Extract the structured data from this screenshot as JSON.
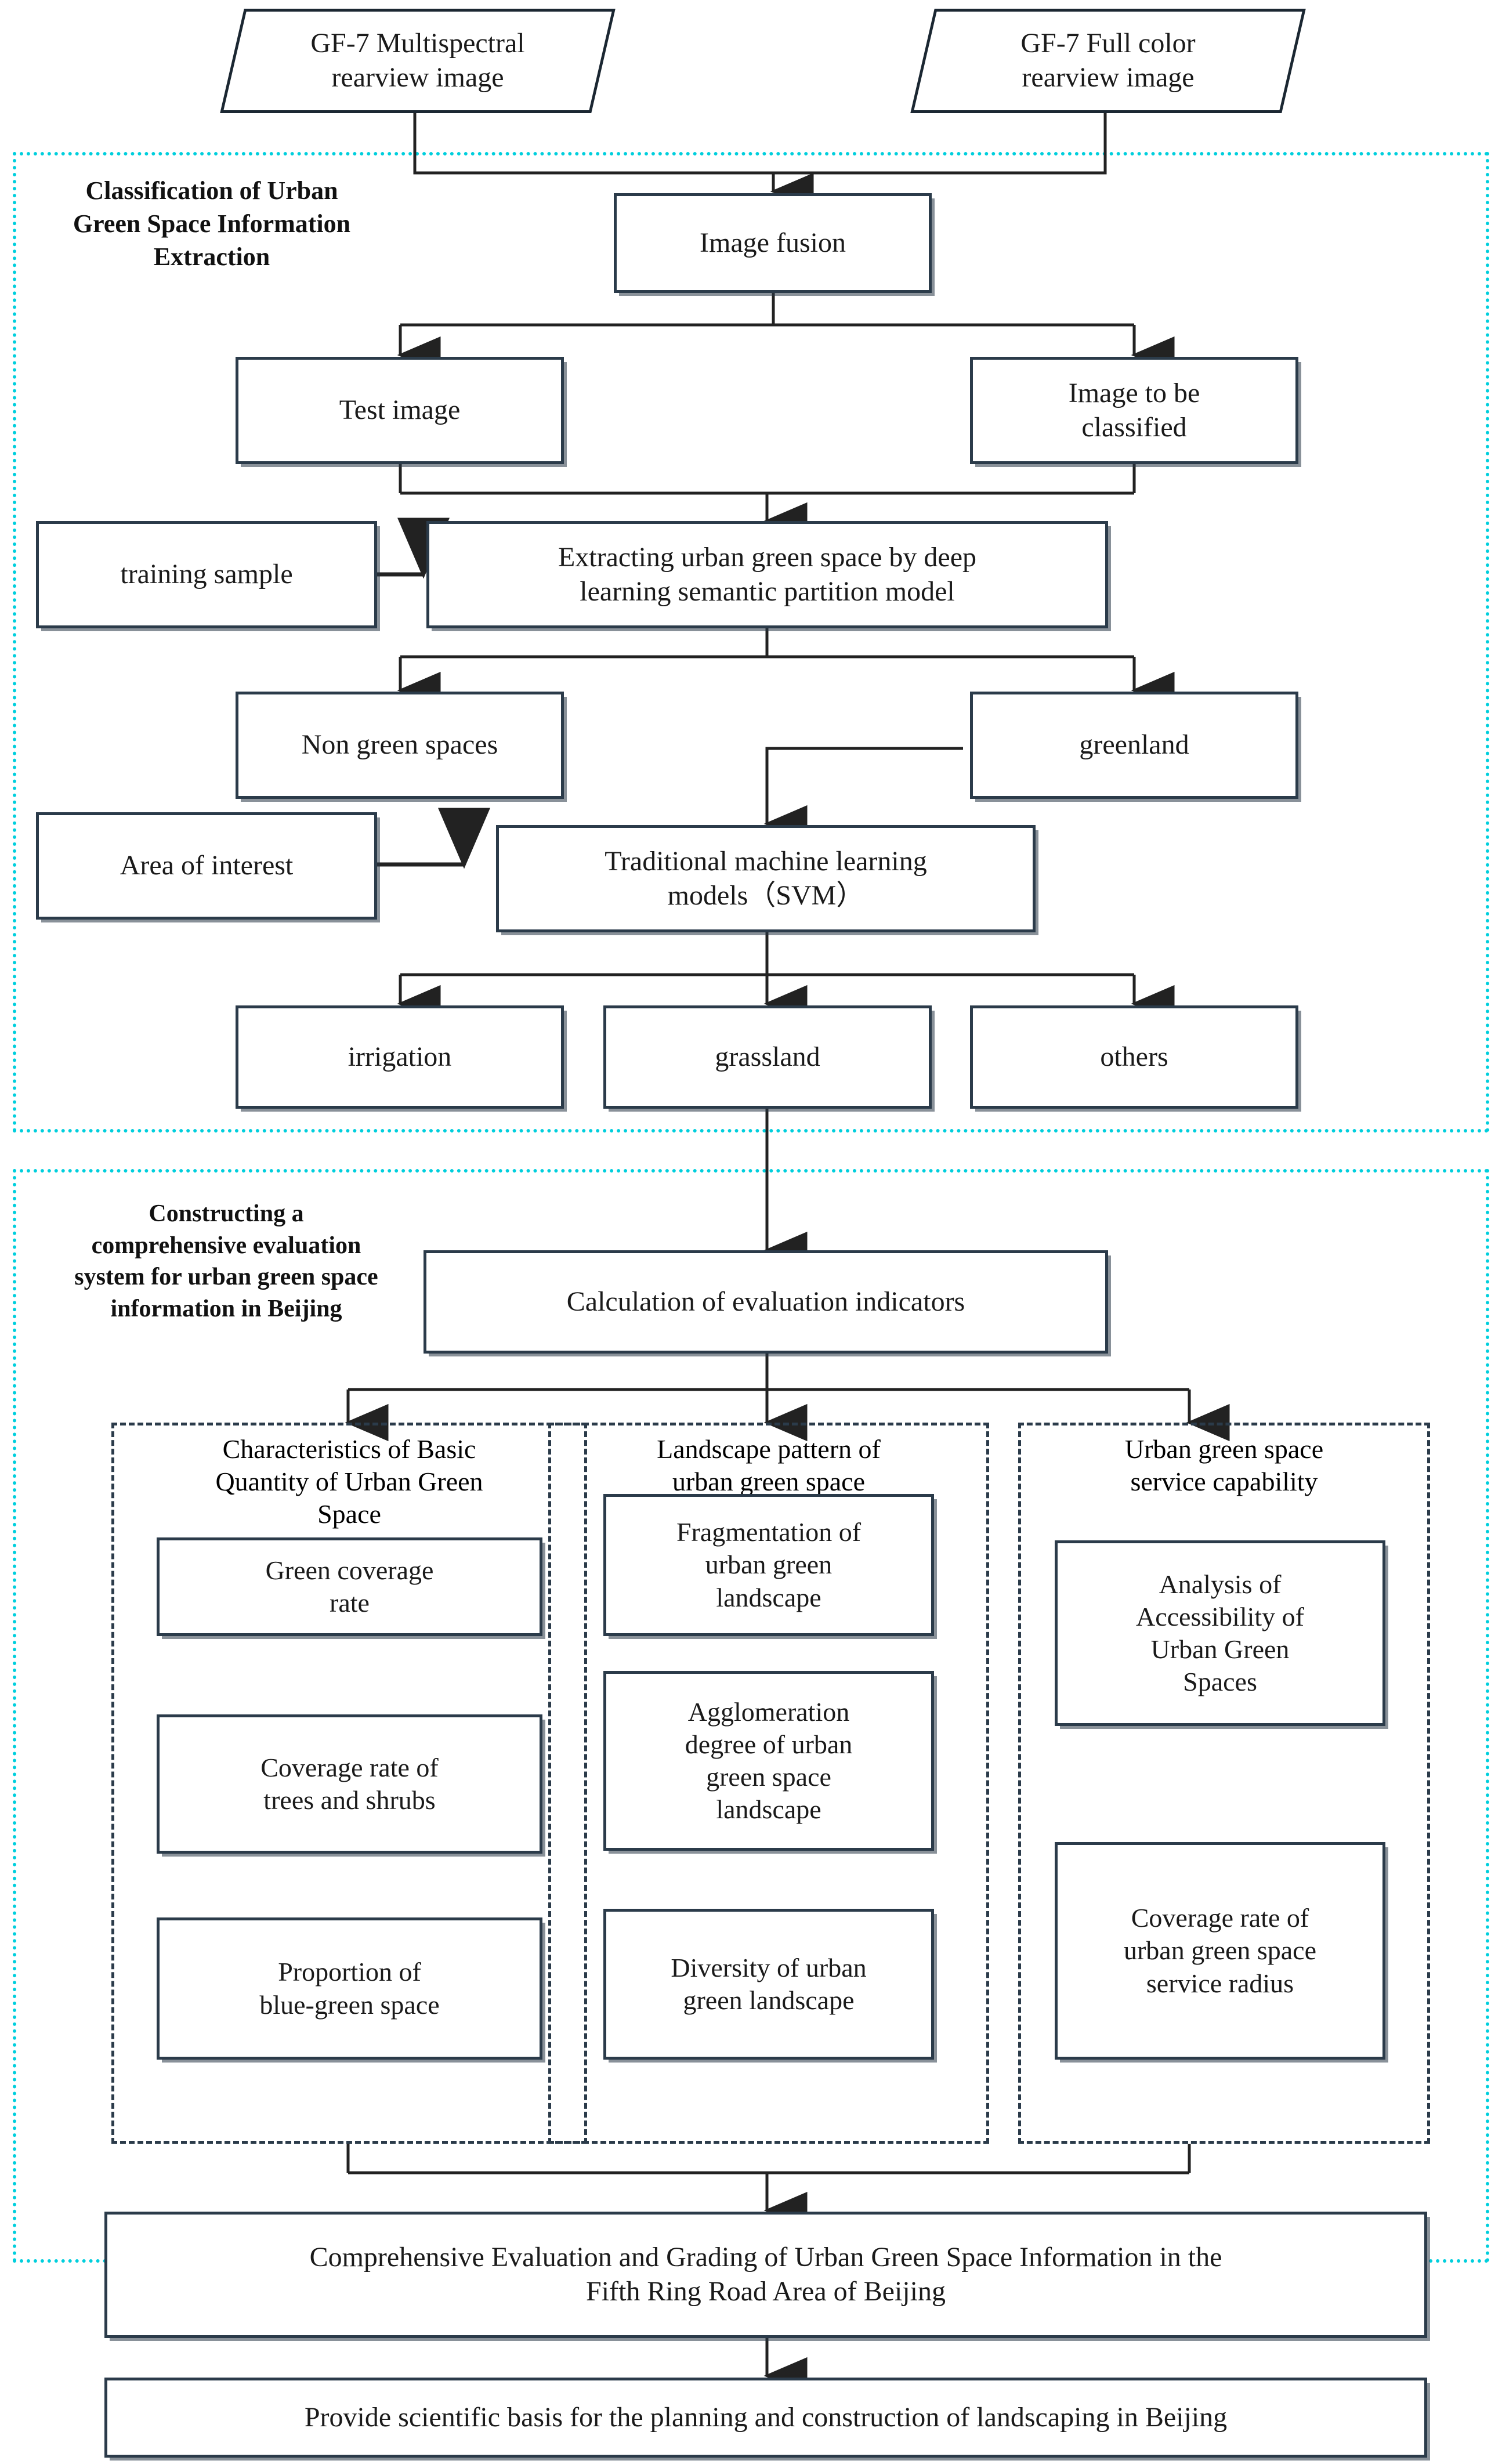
{
  "figure": {
    "type": "flowchart",
    "title": "Technical workflow for urban green space information extraction and evaluation (Beijing Fifth Ring Road area)",
    "colors": {
      "node_border": "#2b3b4a",
      "section_border": "#00cfdd",
      "group_border": "#2b3b4a",
      "background": "#ffffff",
      "text": "#1a1a1a"
    }
  },
  "inputs": {
    "multispectral": "GF-7 Multispectral\nrearview image",
    "multispectral_line1": "GF-7 Multispectral",
    "multispectral_line2": "rearview image",
    "fullcolor_line1": "GF-7 Full color",
    "fullcolor_line2": "rearview image"
  },
  "section1": {
    "label": "Classification of Urban\nGreen Space Information\nExtraction",
    "label_line1": "Classification of Urban",
    "label_line2": "Green Space Information",
    "label_line3": "Extraction",
    "nodes": {
      "image_fusion": "Image fusion",
      "test_image": "Test image",
      "image_to_be_classified_l1": "Image to be",
      "image_to_be_classified_l2": "classified",
      "training_sample": "training sample",
      "extracting_l1": "Extracting urban green space by deep",
      "extracting_l2": "learning semantic partition model",
      "non_green_spaces": "Non green spaces",
      "greenland": "greenland",
      "area_of_interest": "Area of interest",
      "svm_l1": "Traditional machine learning",
      "svm_l2": "models（SVM）",
      "irrigation": "irrigation",
      "grassland": "grassland",
      "others": "others"
    }
  },
  "section2": {
    "label_line1": "Constructing a",
    "label_line2": "comprehensive evaluation",
    "label_line3": "system for urban green space",
    "label_line4": "information in Beijing",
    "calculation": "Calculation of evaluation indicators",
    "groups": [
      {
        "title_l1": "Characteristics of Basic",
        "title_l2": "Quantity of Urban Green",
        "title_l3": "Space",
        "items": [
          {
            "l1": "Green coverage",
            "l2": "rate",
            "l3": ""
          },
          {
            "l1": "Coverage rate of",
            "l2": "trees and shrubs",
            "l3": ""
          },
          {
            "l1": "Proportion of",
            "l2": "blue-green space",
            "l3": ""
          }
        ]
      },
      {
        "title_l1": "Landscape pattern of",
        "title_l2": "urban green space",
        "title_l3": "",
        "items": [
          {
            "l1": "Fragmentation of",
            "l2": "urban green",
            "l3": "landscape"
          },
          {
            "l1": "Agglomeration",
            "l2": "degree of urban",
            "l3": "green space",
            "l4": "landscape"
          },
          {
            "l1": "Diversity of urban",
            "l2": "green landscape",
            "l3": ""
          }
        ]
      },
      {
        "title_l1": "Urban green space",
        "title_l2": "service capability",
        "title_l3": "",
        "items": [
          {
            "l1": "Analysis of",
            "l2": "Accessibility of",
            "l3": "Urban Green",
            "l4": "Spaces"
          },
          {
            "l1": "Coverage rate of",
            "l2": "urban green space",
            "l3": "service radius"
          }
        ]
      }
    ],
    "comprehensive_l1": "Comprehensive Evaluation and Grading of Urban Green Space Information in the",
    "comprehensive_l2": "Fifth Ring Road Area of Beijing"
  },
  "outcome": {
    "provide": "Provide scientific basis for the planning and construction of landscaping in Beijing"
  }
}
